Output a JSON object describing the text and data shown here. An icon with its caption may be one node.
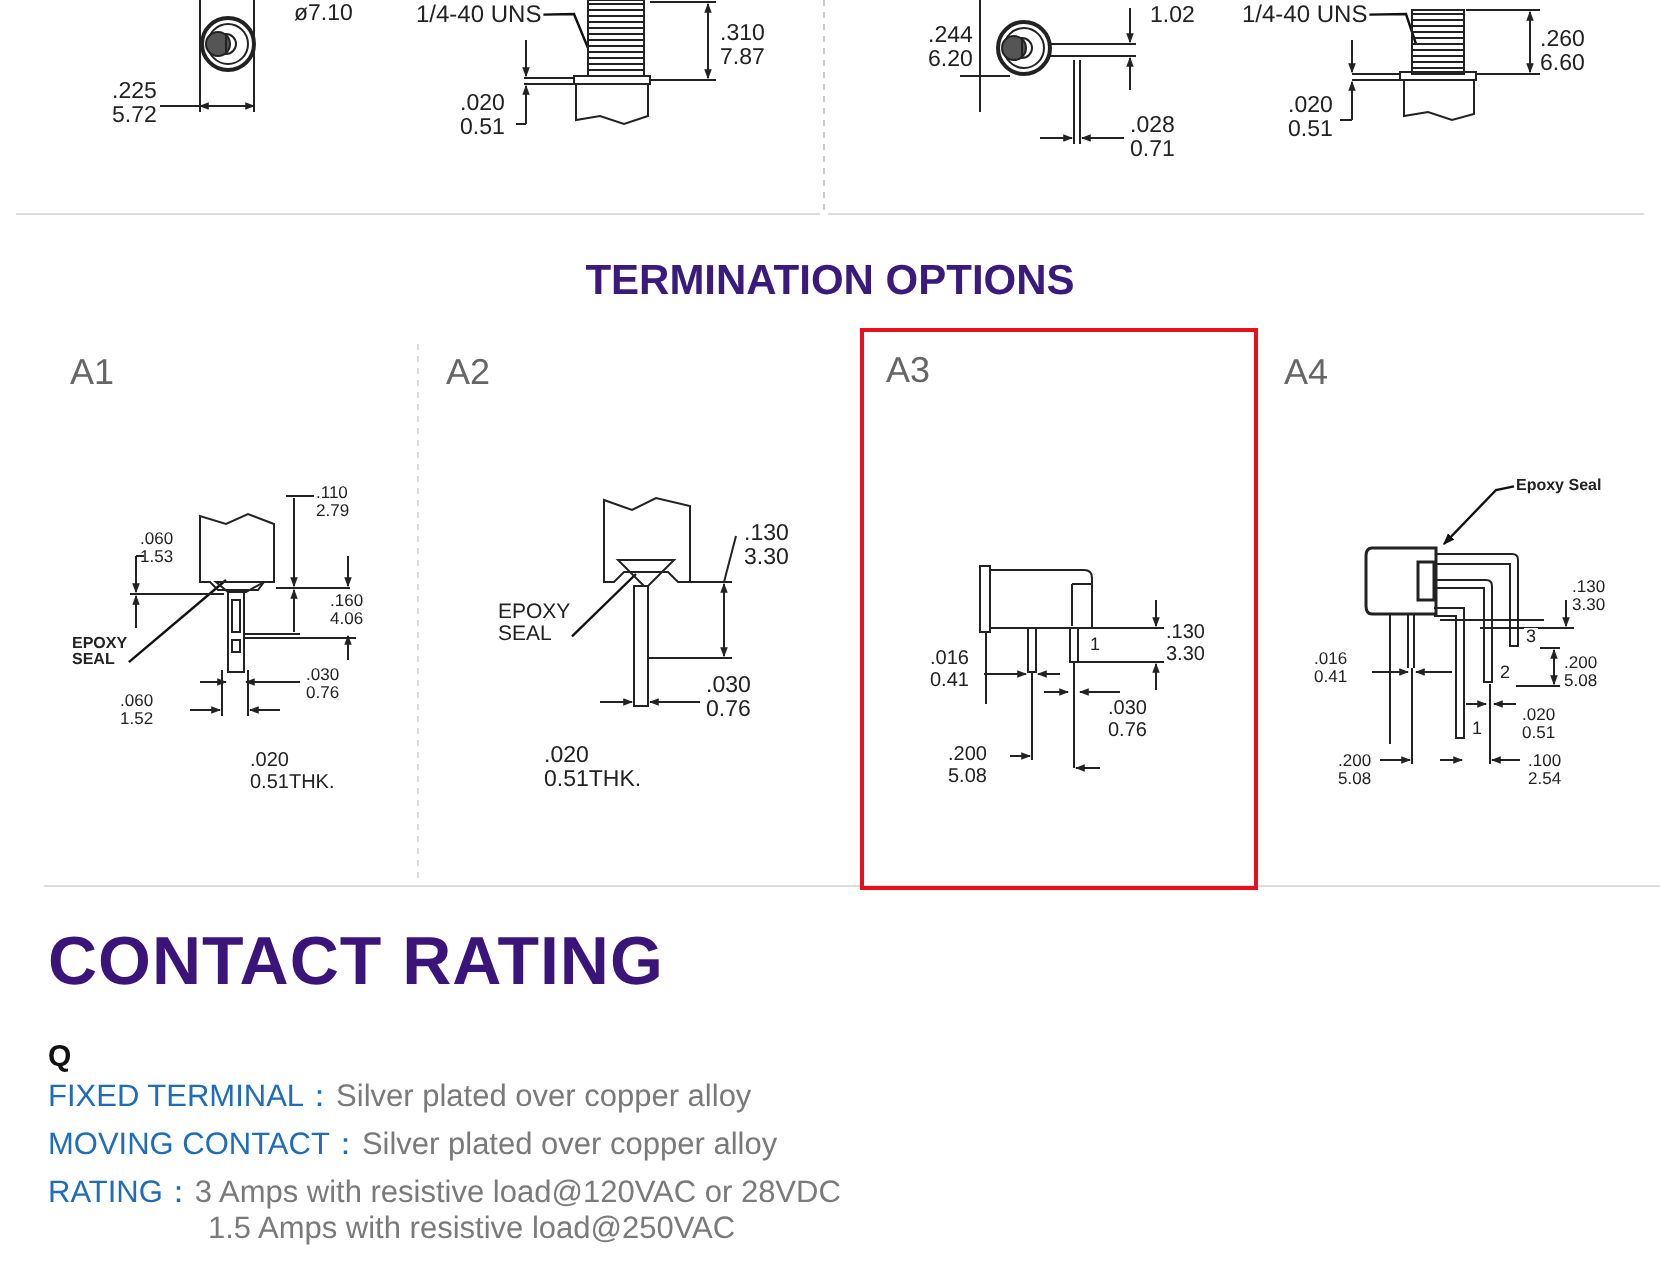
{
  "diagram": {
    "title": "TERMINATION OPTIONS",
    "nodes": [
      {
        "text": [
          "1/4-40 UNS"
        ]
      },
      {
        "text": [
          "1/4-40 UNS"
        ]
      },
      {
        "text": [
          "A1"
        ]
      },
      {
        "text": [
          "EPOXY SEAL"
        ],
        "in": 2
      },
      {
        "text": [
          "A2"
        ]
      },
      {
        "text": [
          "EPOXY SEAL"
        ],
        "in": 4
      },
      {
        "text": [
          "A3"
        ]
      },
      {
        "text": [
          "A4"
        ]
      },
      {
        "text": [
          "Epoxy Seal"
        ],
        "in": 7
      },
      {
        "text": [],
        "shape": "picture"
      },
      {
        "text": [],
        "shape": "picture"
      },
      {
        "text": [],
        "shape": "picture",
        "in": 2
      },
      {
        "text": [],
        "shape": "picture",
        "in": 4
      },
      {
        "text": [],
        "shape": "picture",
        "in": 7
      }
    ],
    "edges": [
      {
        "from": 0,
        "to": 9,
        "arrow": "none"
      },
      {
        "from": 1,
        "to": 10,
        "arrow": "none"
      },
      {
        "from": 3,
        "to": 11,
        "arrow": "none"
      },
      {
        "from": 5,
        "to": 12,
        "arrow": "none"
      },
      {
        "from": 8,
        "to": 13,
        "arrow": "to"
      }
    ],
    "labels": [
      "ø7.10",
      ".225 5.72",
      ".310 7.87",
      ".020 0.51",
      "1.02",
      ".244 6.20",
      ".260 6.60",
      ".028 0.71",
      ".020 0.51",
      ".110 2.79",
      ".060 1.53",
      ".160 4.06",
      ".030 0.76",
      ".060 1.52",
      ".020 0.51THK.",
      ".130 3.30",
      ".030 0.76",
      ".020 0.51THK.",
      ".130 3.30",
      "1",
      ".016 0.41",
      ".030 0.76",
      ".200 5.08",
      ".130 3.30",
      "3",
      ".200 5.08",
      ".016 0.41",
      "2",
      ".020 0.51",
      "1",
      ".200 5.08",
      ".100 2.54",
      "CONTACT RATING",
      "Q",
      "FIXED TERMINAL：",
      "Silver plated over copper alloy",
      "MOVING CONTACT：",
      "Silver plated over copper alloy",
      "RATING：",
      "3 Amps with resistive load@120VAC or 28VDC",
      "1.5 Amps with resistive load@250VAC"
    ]
  }
}
